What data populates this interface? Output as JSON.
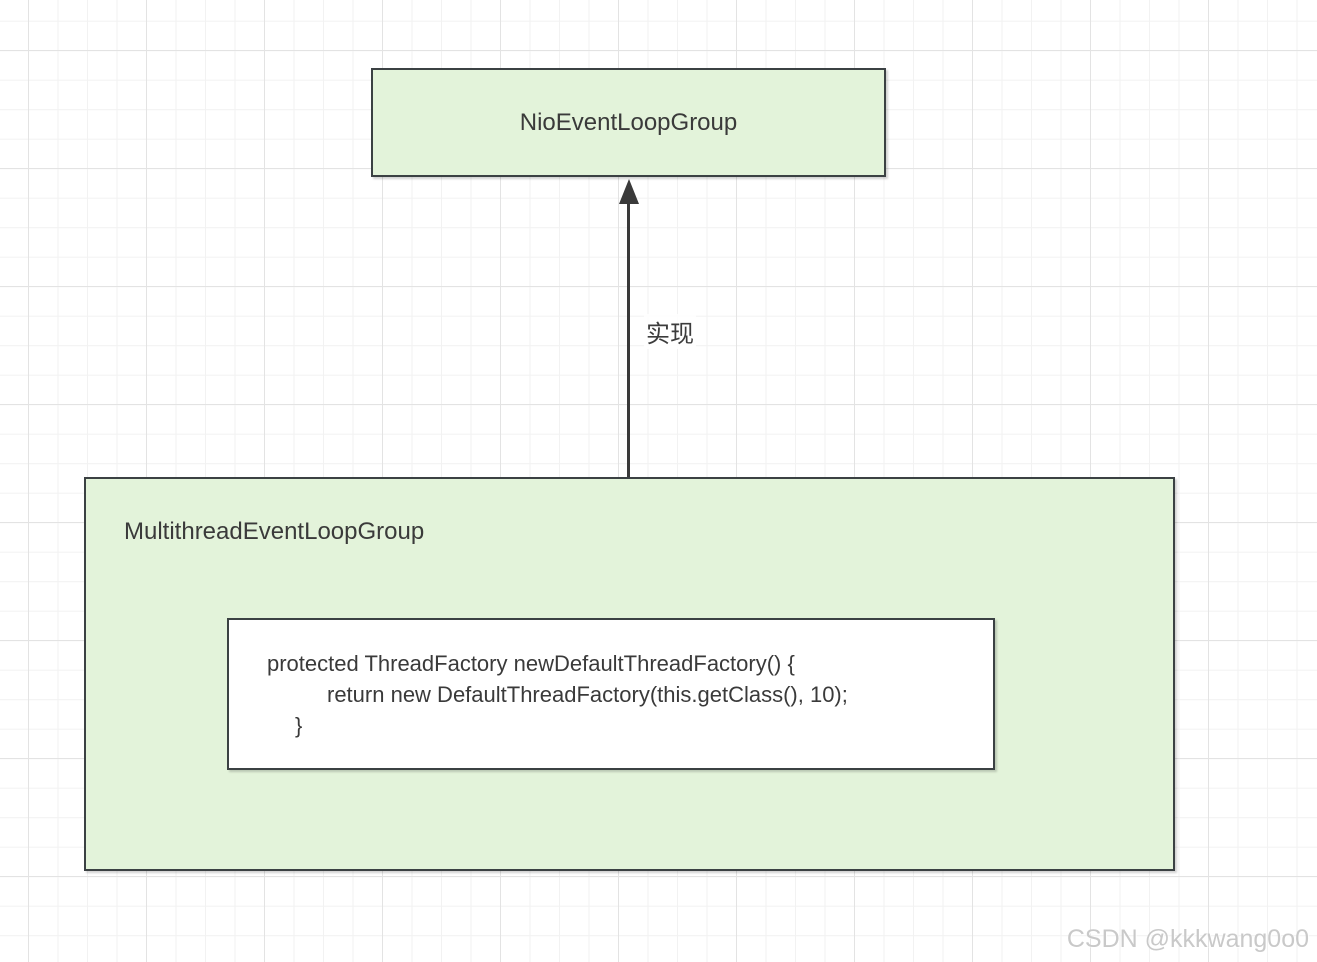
{
  "diagram": {
    "nodes": {
      "nio": {
        "label": "NioEventLoopGroup"
      },
      "multithread": {
        "label": "MultithreadEventLoopGroup"
      },
      "code": {
        "lines": [
          "protected ThreadFactory newDefaultThreadFactory() {",
          "return new DefaultThreadFactory(this.getClass(), 10);",
          "}"
        ]
      }
    },
    "edge": {
      "label": "实现",
      "from": "MultithreadEventLoopGroup",
      "to": "NioEventLoopGroup"
    }
  },
  "watermark": "CSDN @kkkwang0o0",
  "colors": {
    "node_fill": "#e3f3da",
    "node_border": "#3b4143",
    "edge": "#3a3a3a",
    "grid_minor": "#f2f2f2",
    "grid_major": "#e3e3e3",
    "text": "#3a3a3a",
    "watermark": "#c9c9c9"
  }
}
